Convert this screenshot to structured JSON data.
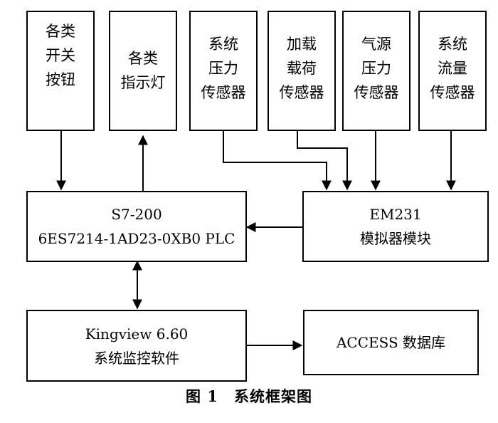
{
  "sensors": {
    "switch_button": "各类\n开关\n按钮",
    "indicator_light": "各类\n指示灯",
    "system_pressure": "系统\n压力\n传感器",
    "load": "加载\n载荷\n传感器",
    "gas_pressure": "气源\n压力\n传感器",
    "system_flow": "系统\n流量\n传感器"
  },
  "plc": {
    "line1": "S7-200",
    "line2": "6ES7214-1AD23-0XB0 PLC"
  },
  "analog_module": {
    "line1": "EM231",
    "line2": "模拟器模块"
  },
  "monitor_software": {
    "line1": "Kingview 6.60",
    "line2": "系统监控软件"
  },
  "database": {
    "label": "ACCESS 数据库"
  },
  "caption": "图 1　系统框架图"
}
